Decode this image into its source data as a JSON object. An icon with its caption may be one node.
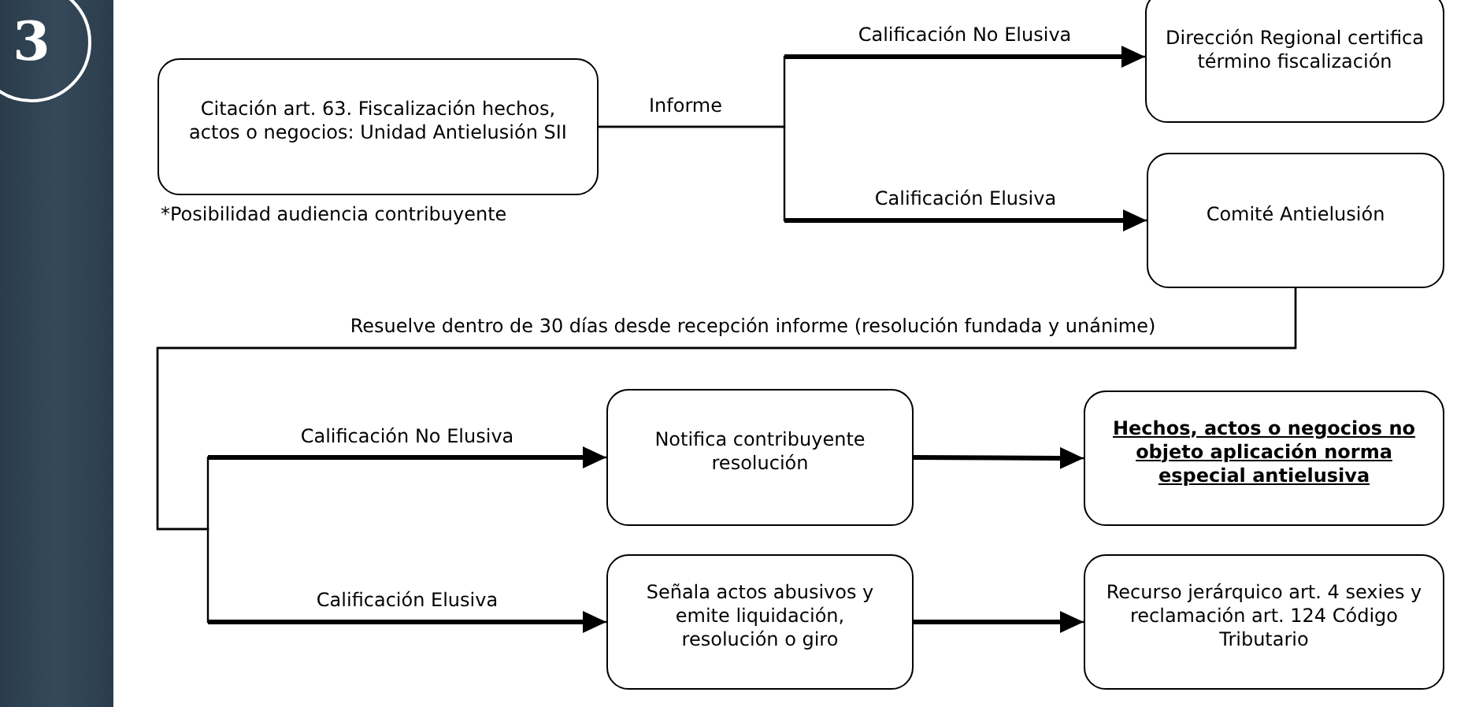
{
  "diagram": {
    "nodes": [
      {
        "text": [
          "3"
        ]
      },
      {
        "text": [
          "Citación art. 63. Fiscalización hechos, actos o negocios: Unidad Antielusión SII"
        ],
        "beside": [
          "*Posibilidad audiencia contribuyente"
        ]
      },
      {
        "text": [
          "Dirección Regional certifica término fiscalización"
        ]
      },
      {
        "text": [
          "Comité Antielusión"
        ]
      },
      {
        "text": [
          "Notifica contribuyente resolución"
        ]
      },
      {
        "text": [
          "Hechos, actos o negocios no objeto aplicación norma especial antielusiva"
        ]
      },
      {
        "text": [
          "Señala actos abusivos y emite liquidación, resolución o giro"
        ]
      },
      {
        "text": [
          "Recurso jerárquico art. 4 sexies y reclamación art. 124 Código Tributario"
        ]
      }
    ],
    "edges": [
      {
        "from": 1,
        "to": 2,
        "arrow": "to",
        "label": "Calificación No Elusiva"
      },
      {
        "from": 1,
        "to": 3,
        "arrow": "to",
        "label": "Calificación Elusiva"
      },
      {
        "from": 3,
        "to": 4,
        "arrow": "to",
        "label": "Calificación No Elusiva"
      },
      {
        "from": 3,
        "to": 6,
        "arrow": "to",
        "label": "Calificación Elusiva"
      },
      {
        "from": 4,
        "to": 5,
        "arrow": "to"
      },
      {
        "from": 6,
        "to": 7,
        "arrow": "to"
      }
    ],
    "labels": [
      "Informe",
      "Resuelve dentro de 30 días desde recepción informe (resolución fundada y unánime)"
    ]
  }
}
